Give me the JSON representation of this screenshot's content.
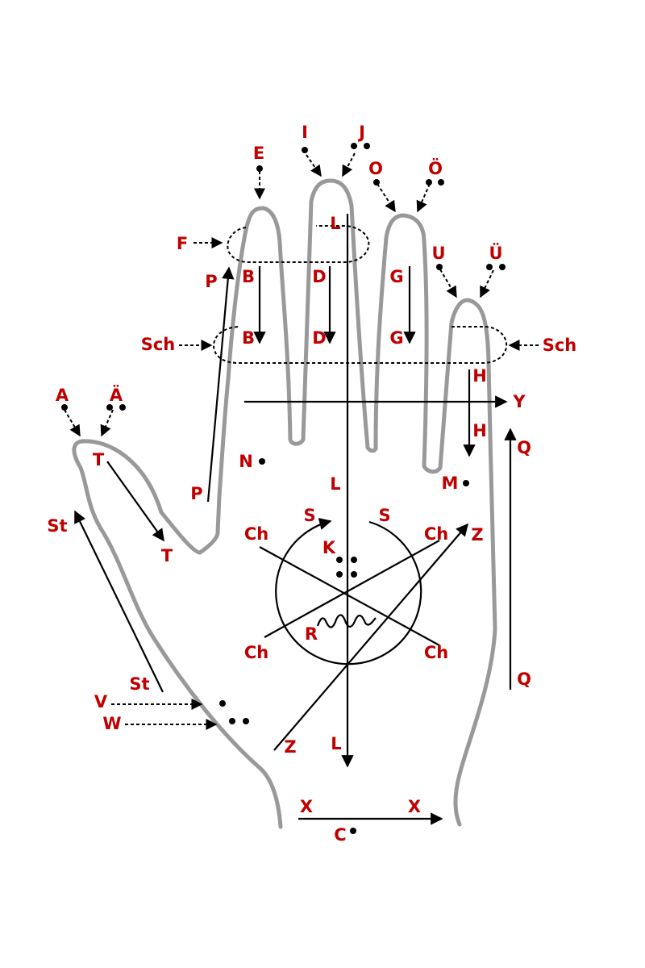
{
  "labels": {
    "A": "A",
    "AE": "Ä",
    "E": "E",
    "I": "I",
    "J": "J",
    "O": "O",
    "OE": "Ö",
    "U": "U",
    "UE": "Ü",
    "F": "F",
    "P": "P",
    "B": "B",
    "D": "D",
    "G": "G",
    "L": "L",
    "Sch": "Sch",
    "H": "H",
    "Y": "Y",
    "Q": "Q",
    "N": "N",
    "M": "M",
    "T": "T",
    "St": "St",
    "S": "S",
    "Ch": "Ch",
    "K": "K",
    "R": "R",
    "Z": "Z",
    "V": "V",
    "W": "W",
    "X": "X",
    "C": "C"
  },
  "colors": {
    "label": "#c00000",
    "outline": "#999999",
    "arrow": "#000000"
  }
}
